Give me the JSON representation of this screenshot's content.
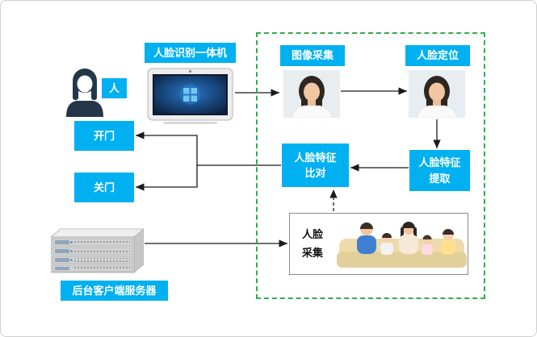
{
  "diagram": {
    "nodes": {
      "person": "人",
      "device": "人脸识别一体机",
      "image_capture": "图像采集",
      "face_location": "人脸定位",
      "face_feature_compare": "人脸特征\n比对",
      "face_feature_extract": "人脸特征\n提取",
      "open_door": "开门",
      "close_door": "关门",
      "face_collection": "人脸\n采集",
      "server": "后台客户端服务器"
    },
    "edges": [
      {
        "from": "device",
        "to": "image_capture",
        "style": "solid"
      },
      {
        "from": "image_capture",
        "to": "face_location",
        "style": "solid"
      },
      {
        "from": "face_location",
        "to": "face_feature_extract",
        "style": "solid"
      },
      {
        "from": "face_feature_extract",
        "to": "face_feature_compare",
        "style": "solid"
      },
      {
        "from": "face_feature_compare",
        "to": "open_door",
        "style": "solid"
      },
      {
        "from": "face_feature_compare",
        "to": "close_door",
        "style": "solid"
      },
      {
        "from": "face_collection",
        "to": "face_feature_compare",
        "style": "dashed"
      },
      {
        "from": "server",
        "to": "face_collection",
        "style": "solid"
      }
    ],
    "colors": {
      "node_bg": "#00b0f0",
      "node_text": "#ffffff",
      "frame_border": "#2fae4a",
      "arrow": "#1a1a1a"
    }
  }
}
